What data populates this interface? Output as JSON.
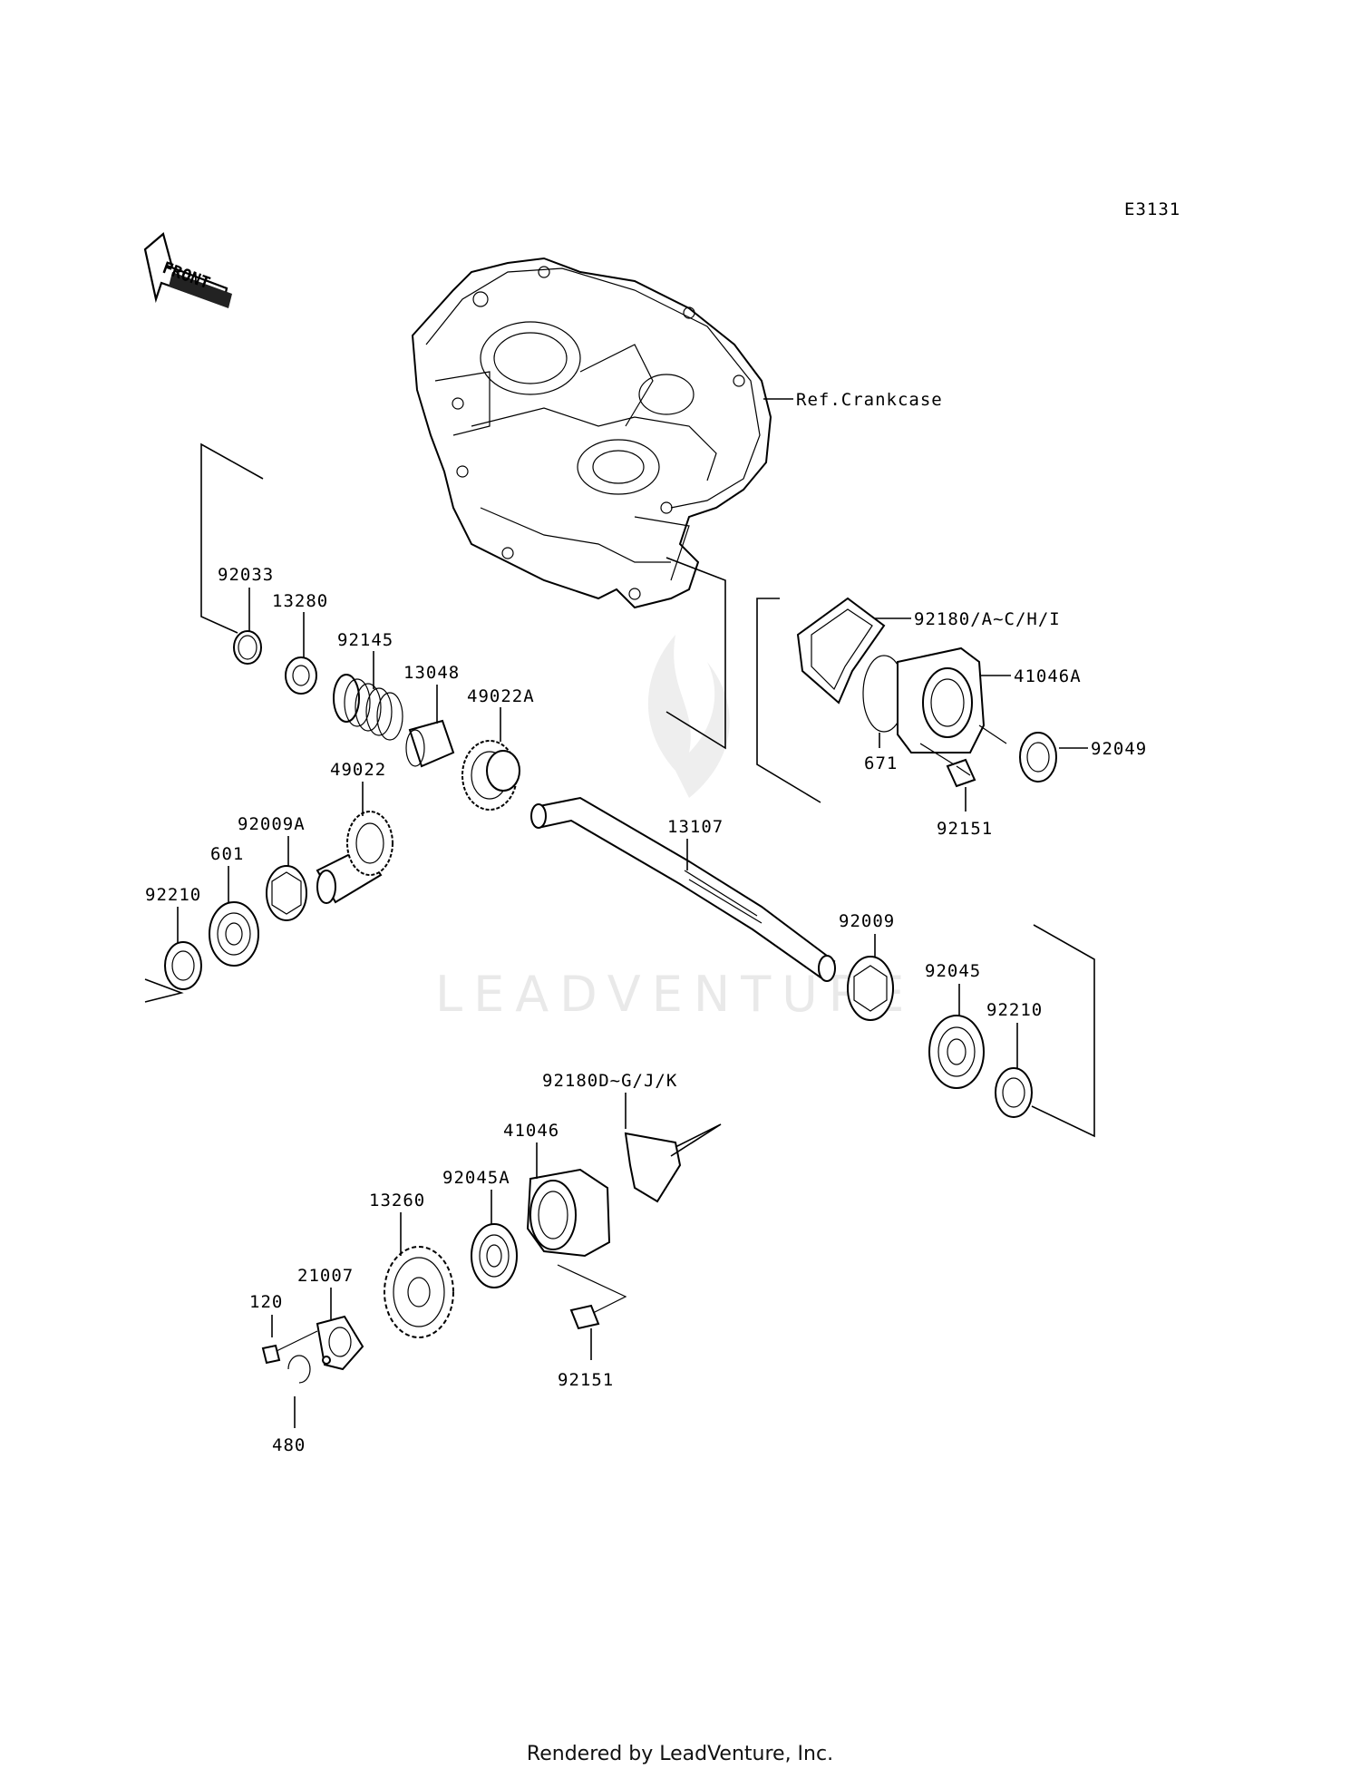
{
  "diagram_id": "E3131",
  "front_label": "FRONT",
  "watermark": "LEADVENTURE",
  "footer": "Rendered by LeadVenture, Inc.",
  "ref_label": "Ref.Crankcase",
  "parts": {
    "p92033": "92033",
    "p13280": "13280",
    "p92145": "92145",
    "p13048": "13048",
    "p49022A": "49022A",
    "p49022": "49022",
    "p92009A": "92009A",
    "p601": "601",
    "p92210_left": "92210",
    "p13107": "13107",
    "p92009": "92009",
    "p92045": "92045",
    "p92210_right": "92210",
    "p92180_top": "92180/A~C/H/I",
    "p41046A": "41046A",
    "p92049": "92049",
    "p671": "671",
    "p92151_top": "92151",
    "p92180_bottom": "92180D~G/J/K",
    "p41046": "41046",
    "p92045A": "92045A",
    "p13260": "13260",
    "p21007": "21007",
    "p120": "120",
    "p480": "480",
    "p92151_bottom": "92151"
  }
}
